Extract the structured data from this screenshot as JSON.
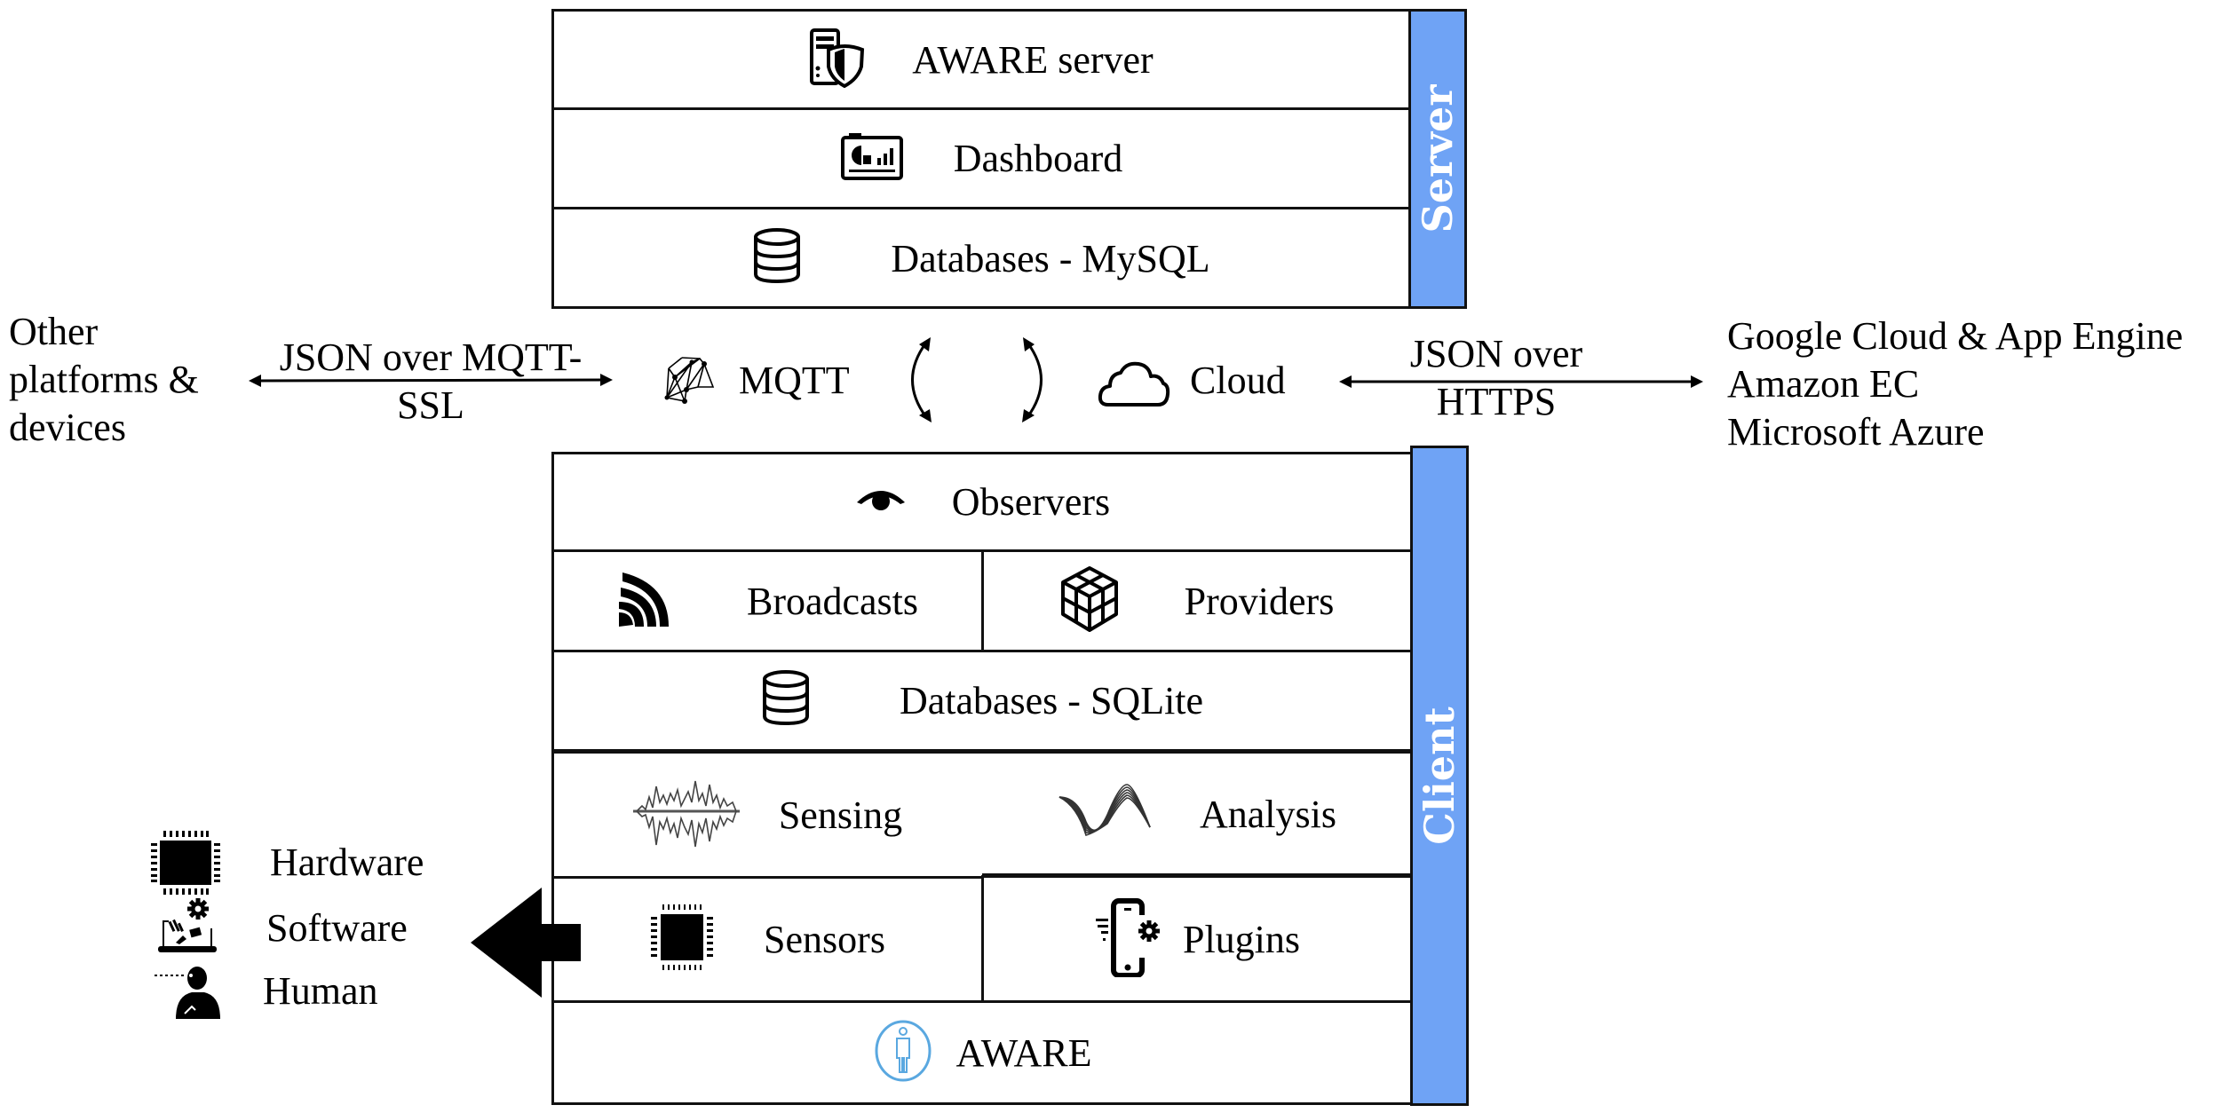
{
  "server": {
    "band_label": "Server",
    "band_color": "#6fa3f5",
    "rows": [
      {
        "label": "AWARE server",
        "icon": "server-shield-icon"
      },
      {
        "label": "Dashboard",
        "icon": "dashboard-icon"
      },
      {
        "label": "Databases - MySQL",
        "icon": "database-icon"
      }
    ]
  },
  "middle": {
    "left_endpoint": [
      "Other",
      "platforms &",
      "devices"
    ],
    "left_link": [
      "JSON over MQTT-",
      "SSL"
    ],
    "mqtt_label": "MQTT",
    "cloud_label": "Cloud",
    "right_link": [
      "JSON over",
      "HTTPS"
    ],
    "right_endpoint": [
      "Google Cloud & App Engine",
      "Amazon EC",
      "Microsoft Azure"
    ]
  },
  "client": {
    "band_label": "Client",
    "band_color": "#6fa3f5",
    "observers": {
      "label": "Observers",
      "icon": "eye-icon"
    },
    "broadcasts": {
      "label": "Broadcasts",
      "icon": "broadcast-icon"
    },
    "providers": {
      "label": "Providers",
      "icon": "cubes-icon"
    },
    "databases": {
      "label": "Databases - SQLite",
      "icon": "database-icon"
    },
    "sensing": {
      "label": "Sensing",
      "icon": "signal-wave-icon"
    },
    "analysis": {
      "label": "Analysis",
      "icon": "sine-wave-icon"
    },
    "sensors": {
      "label": "Sensors",
      "icon": "chip-icon"
    },
    "plugins": {
      "label": "Plugins",
      "icon": "phone-gear-icon"
    },
    "aware": {
      "label": "AWARE",
      "icon": "person-circle-icon",
      "icon_color": "#5aa8e0"
    }
  },
  "sources": {
    "items": [
      {
        "label": "Hardware",
        "icon": "chip-icon"
      },
      {
        "label": "Software",
        "icon": "laptop-gear-icon"
      },
      {
        "label": "Human",
        "icon": "human-icon"
      }
    ]
  }
}
